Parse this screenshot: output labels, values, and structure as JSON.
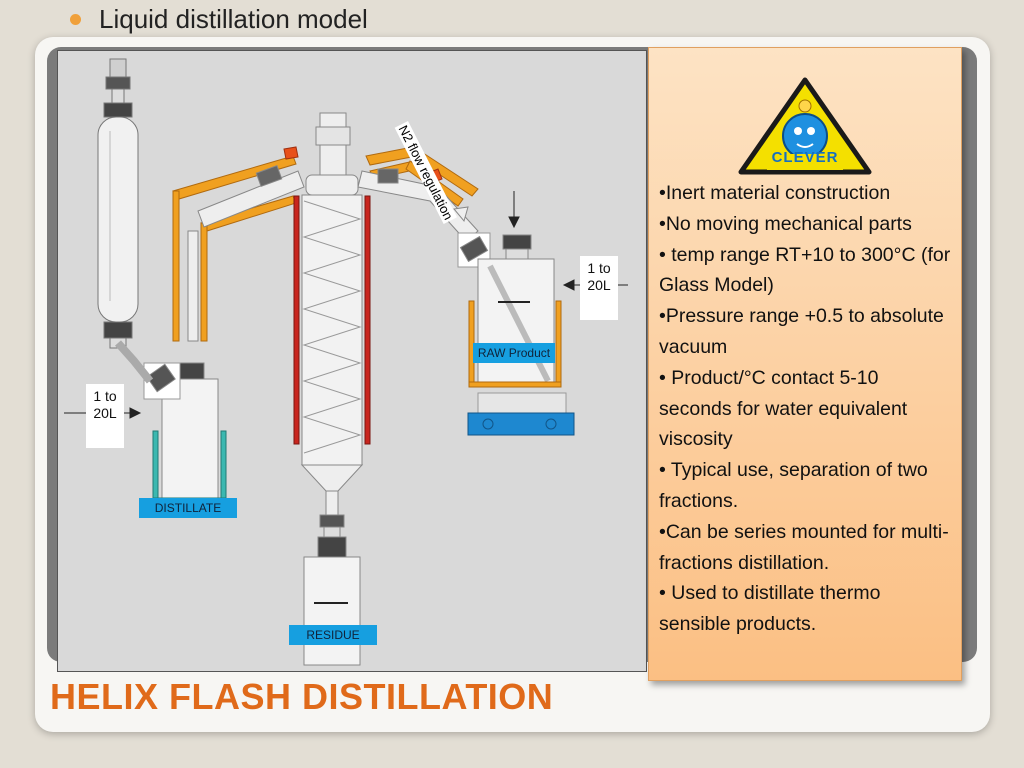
{
  "slide": {
    "bullet": "Liquid distillation model",
    "title": "HELIX FLASH DISTILLATION"
  },
  "diagram": {
    "n2_label": "N2 flow regulation",
    "raw_product_label": "RAW Product",
    "distillate_label": "DISTILLATE",
    "residue_label": "RESIDUE",
    "volume_left_line1": "1 to",
    "volume_left_line2": "20L",
    "volume_right_line1": "1 to",
    "volume_right_line2": "20L"
  },
  "logo": {
    "text": "CLEVER"
  },
  "features": [
    "•Inert material construction",
    "•No moving mechanical parts",
    "• temp range RT+10 to 300°C  (for Glass Model)",
    "•Pressure range +0.5 to absolute vacuum",
    "• Product/°C contact  5-10 seconds for water equivalent viscosity",
    "• Typical use, separation of two fractions.",
    "•Can be series mounted for multi-fractions distillation.",
    "• Used to distillate thermo sensible products."
  ],
  "colors": {
    "accent_orange": "#e06a1a",
    "bullet_orange": "#f0a03a",
    "tag_blue": "#169fe0",
    "heater_red": "#c8251e",
    "frame_orange": "#f0a020"
  }
}
